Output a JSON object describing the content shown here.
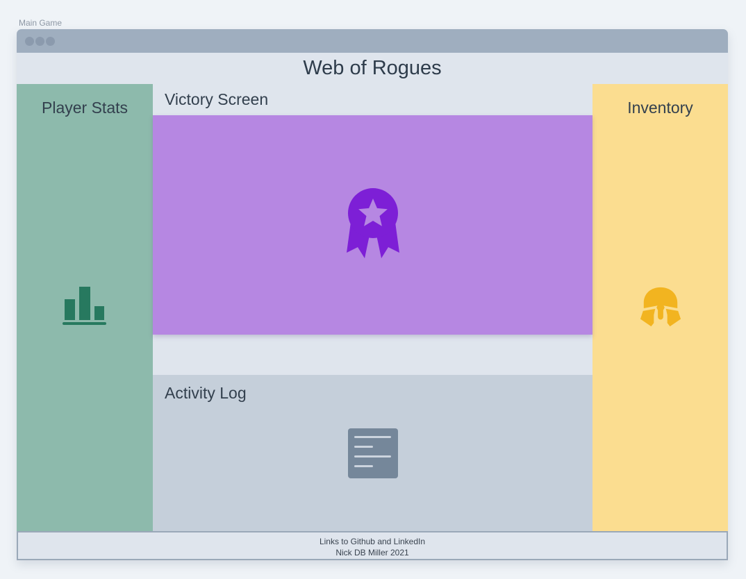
{
  "page": {
    "label": "Main Game"
  },
  "window": {
    "titlebar": {
      "controls": [
        "window-control-dot",
        "window-control-dot",
        "window-control-dot"
      ]
    },
    "header": {
      "title": "Web of Rogues"
    },
    "sidebar_left": {
      "title": "Player Stats",
      "icon": "bar-chart-icon"
    },
    "main": {
      "victory": {
        "title": "Victory Screen",
        "icon": "award-ribbon-icon"
      },
      "activity": {
        "title": "Activity Log",
        "icon": "log-lines-icon"
      }
    },
    "sidebar_right": {
      "title": "Inventory",
      "icon": "battle-helmet-icon"
    },
    "footer": {
      "line1": "Links to Github and LinkedIn",
      "line2": "Nick DB Miller 2021"
    }
  },
  "colors": {
    "page_background": "#EFF3F7",
    "titlebar": "#9FAEBF",
    "panel_light": "#DFE5ED",
    "heading_text": "#33404E",
    "player_stats_panel": "#8DBAAC",
    "player_stats_icon": "#27795F",
    "victory_panel": "#B687E2",
    "victory_icon": "#7D1FD6",
    "inventory_panel": "#FBDD90",
    "inventory_icon": "#F2B420",
    "activity_panel": "#C5CFDA",
    "activity_icon": "#75879A"
  }
}
